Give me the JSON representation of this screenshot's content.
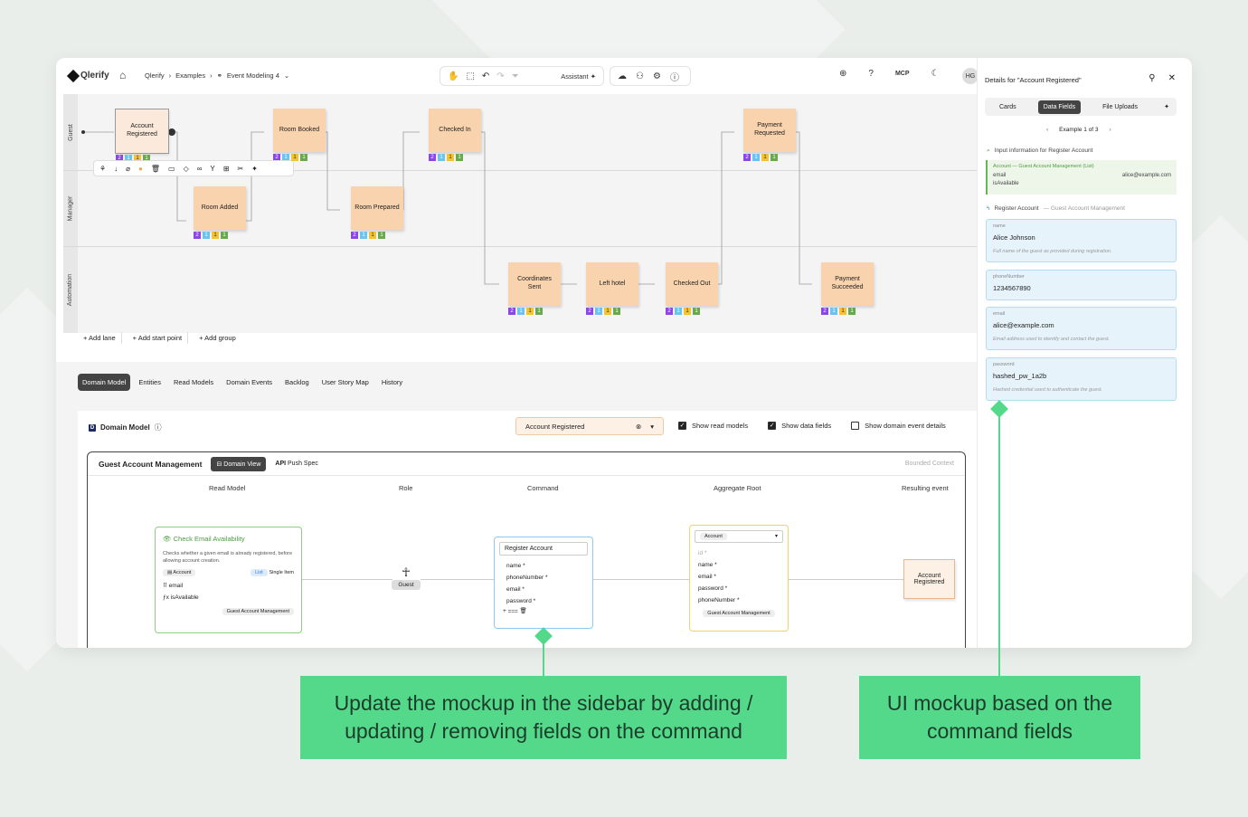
{
  "app": {
    "logo": "Qlerify",
    "breadcrumbs": [
      "Qlerify",
      "Examples",
      "Event Modeling 4"
    ],
    "assistant_label": "Assistant",
    "mcp_label": "MCP",
    "avatar": "HG"
  },
  "lanes": [
    "Guest",
    "Manager",
    "Automation"
  ],
  "events": [
    {
      "label": "Account Registered"
    },
    {
      "label": "Room Booked"
    },
    {
      "label": "Checked In"
    },
    {
      "label": "Payment Requested"
    },
    {
      "label": "Room Added"
    },
    {
      "label": "Room Prepared"
    },
    {
      "label": "Coordinates Sent"
    },
    {
      "label": "Left hotel"
    },
    {
      "label": "Checked Out"
    },
    {
      "label": "Payment Succeeded"
    }
  ],
  "badge_values": [
    "2",
    "1",
    "1",
    "1"
  ],
  "canvas_footer": [
    "+ Add lane",
    "+ Add start point",
    "+ Add group"
  ],
  "tabs": [
    "Domain Model",
    "Entities",
    "Read Models",
    "Domain Events",
    "Backlog",
    "User Story Map",
    "History"
  ],
  "domain_model": {
    "title": "Domain Model",
    "selected_event": "Account Registered",
    "checks": [
      {
        "label": "Show read models",
        "checked": true
      },
      {
        "label": "Show data fields",
        "checked": true
      },
      {
        "label": "Show domain event details",
        "checked": false
      }
    ],
    "context_name": "Guest Account Management",
    "domain_view": "Domain View",
    "push_spec": "Push Spec",
    "bounded_context": "Bounded Context",
    "columns": [
      "Read Model",
      "Role",
      "Command",
      "Aggregate Root",
      "Resulting event"
    ],
    "read_model": {
      "title": "Check Email Availability",
      "description": "Checks whether a given email is already registered, before allowing account creation.",
      "entity": "Account",
      "list": "List",
      "single": "Single Item",
      "fields": [
        "email",
        "isAvailable"
      ],
      "context": "Guest Account Management"
    },
    "role": "Guest",
    "command": {
      "title": "Register Account",
      "fields": [
        "name *",
        "phoneNumber *",
        "email *",
        "password *"
      ]
    },
    "aggregate": {
      "entity": "Account",
      "fields": [
        "id *",
        "name *",
        "email *",
        "password *",
        "phoneNumber *"
      ],
      "context": "Guest Account Management"
    },
    "resulting_event": "Account Registered"
  },
  "panel": {
    "title": "Details for \"Account Registered\"",
    "tabs": [
      "Cards",
      "Data Fields",
      "File Uploads"
    ],
    "example": "Example 1 of 3",
    "input_info": "Input information for Register Account",
    "account_header": "Account — Guest Account Management (List)",
    "account_rows": [
      {
        "k": "email",
        "v": "alice@example.com"
      },
      {
        "k": "isAvailable",
        "v": ""
      }
    ],
    "command_header": "Register Account",
    "command_context": "— Guest Account Management",
    "fields": [
      {
        "label": "name",
        "value": "Alice Johnson",
        "hint": "Full name of the guest as provided during registration."
      },
      {
        "label": "phoneNumber",
        "value": "1234567890",
        "hint": ""
      },
      {
        "label": "email",
        "value": "alice@example.com",
        "hint": "Email address used to identify and contact the guest."
      },
      {
        "label": "password",
        "value": "hashed_pw_1a2b",
        "hint": "Hashed credential used to authenticate the guest."
      }
    ]
  },
  "callouts": {
    "left": "Update the mockup in the sidebar by adding / updating / removing fields on the command",
    "right": "UI mockup based on the command fields"
  },
  "colors": {
    "accent": "#54d98b",
    "event": "#f9d3ae"
  }
}
